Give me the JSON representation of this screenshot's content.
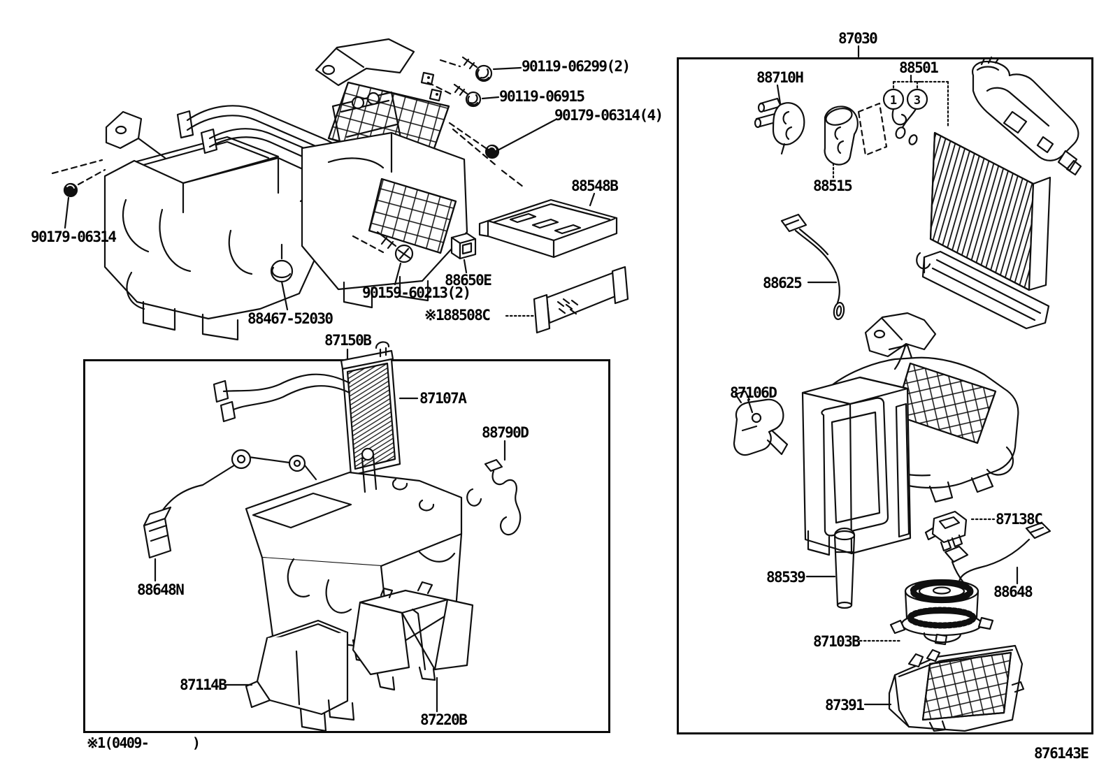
{
  "doc": {
    "drawing_code": "876143E",
    "footnote": "※1(0409-      )"
  },
  "boxes": {
    "left": {
      "title": "87150B"
    },
    "right": {
      "title": "87030"
    }
  },
  "refs": {
    "r1": "1",
    "r3": "3"
  },
  "callouts": {
    "c90119_06299": "90119-06299(2)",
    "c90119_06915": "90119-06915",
    "c90179_06314_4": "90179-06314(4)",
    "c88548B": "88548B",
    "c90179_06314": "90179-06314",
    "c88467_52030": "88467-52030",
    "c90159_60213": "90159-60213(2)",
    "c88650E": "88650E",
    "c88508C": "※188508C",
    "c87107A": "87107A",
    "c88790D": "88790D",
    "c88648N": "88648N",
    "c87114B": "87114B",
    "c87220B": "87220B",
    "c88710H": "88710H",
    "c88501": "88501",
    "c88515": "88515",
    "c88625": "88625",
    "c87106D": "87106D",
    "c87138C": "87138C",
    "c88539": "88539",
    "c88648": "88648",
    "c87103B": "87103B",
    "c87391": "87391"
  }
}
